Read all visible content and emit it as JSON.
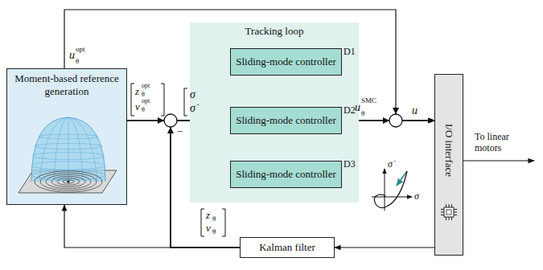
{
  "diagram": {
    "nodes": [
      {
        "text": [
          "Moment-based reference generation"
        ]
      },
      {
        "text": [
          "Tracking loop"
        ]
      },
      {
        "text": [
          "Sliding-mode controller",
          "D1"
        ],
        "in": 1
      },
      {
        "text": [
          "Sliding-mode controller",
          "D2"
        ],
        "in": 1
      },
      {
        "text": [
          "Sliding-mode controller",
          "D3"
        ],
        "in": 1
      },
      {
        "text": [
          "I/O interface"
        ]
      },
      {
        "text": [
          "Kalman filter"
        ]
      }
    ],
    "edges": [
      {
        "from": 0,
        "to": 2,
        "arrow": "to"
      },
      {
        "from": 0,
        "to": 3,
        "arrow": "to"
      },
      {
        "from": 0,
        "to": 4,
        "arrow": "to"
      },
      {
        "from": 6,
        "to": 0,
        "arrow": "to"
      },
      {
        "from": 6,
        "to": 2,
        "arrow": "to"
      },
      {
        "from": 6,
        "to": 3,
        "arrow": "to"
      },
      {
        "from": 6,
        "to": 4,
        "arrow": "to"
      },
      {
        "from": 2,
        "to": 5,
        "arrow": "to"
      },
      {
        "from": 3,
        "to": 5,
        "arrow": "to"
      },
      {
        "from": 4,
        "to": 5,
        "arrow": "to"
      },
      {
        "from": 0,
        "to": 5,
        "arrow": "to"
      },
      {
        "from": 5,
        "to": 6,
        "arrow": "to"
      }
    ],
    "labels": [
      "u",
      "θ",
      "opt",
      "z",
      "θ",
      "opt",
      "v",
      "θ",
      "opt",
      "σ",
      "σ̇",
      "−",
      "u",
      "θ",
      "SMC",
      "u",
      "To linear motors",
      "z",
      "θ",
      "v",
      "θ",
      "σ",
      "σ̇"
    ]
  }
}
